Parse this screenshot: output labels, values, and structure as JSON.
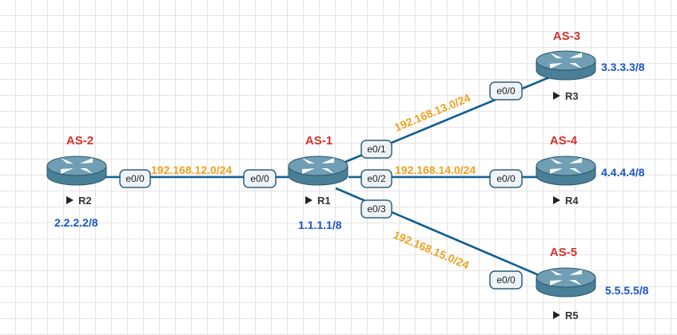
{
  "colors": {
    "link": "#0e5e91",
    "as_label": "#d8302a",
    "subnet_label": "#f0a020",
    "loopback_label": "#1a56c8",
    "router_body": "#4a7f98",
    "router_top": "#6f9eb5"
  },
  "icons": {
    "router": "router-icon",
    "play": "play-triangle-icon"
  },
  "routers": [
    {
      "id": "r1",
      "name": "R1",
      "as": "AS-1",
      "loopback": "1.1.1.1/8"
    },
    {
      "id": "r2",
      "name": "R2",
      "as": "AS-2",
      "loopback": "2.2.2.2/8"
    },
    {
      "id": "r3",
      "name": "R3",
      "as": "AS-3",
      "loopback": "3.3.3.3/8"
    },
    {
      "id": "r4",
      "name": "R4",
      "as": "AS-4",
      "loopback": "4.4.4.4/8"
    },
    {
      "id": "r5",
      "name": "R5",
      "as": "AS-5",
      "loopback": "5.5.5.5/8"
    }
  ],
  "links": [
    {
      "from": "R2",
      "to": "R1",
      "subnet": "192.168.12.0/24",
      "from_if": "e0/0",
      "to_if": "e0/0"
    },
    {
      "from": "R1",
      "to": "R3",
      "subnet": "192.168.13.0/24",
      "from_if": "e0/1",
      "to_if": "e0/0"
    },
    {
      "from": "R1",
      "to": "R4",
      "subnet": "192.168.14.0/24",
      "from_if": "e0/2",
      "to_if": "e0/0"
    },
    {
      "from": "R1",
      "to": "R5",
      "subnet": "192.168.15.0/24",
      "from_if": "e0/3",
      "to_if": "e0/0"
    }
  ]
}
